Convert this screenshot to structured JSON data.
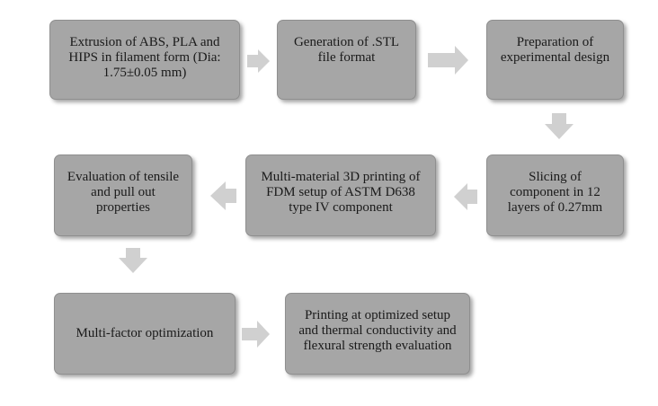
{
  "colors": {
    "box_fill": "#a6a6a6",
    "arrow_fill": "#d0d0d0",
    "text": "#1a1a1a"
  },
  "steps": [
    "Extrusion of ABS, PLA and\nHIPS in filament form (Dia:\n1.75±0.05 mm)",
    "Generation of .STL\nfile format",
    "Preparation of\nexperimental design",
    "Slicing of\ncomponent in 12\nlayers of 0.27mm",
    "Multi-material 3D printing of\nFDM setup  of ASTM D638\ntype IV component",
    "Evaluation of tensile\nand pull out\nproperties",
    "Multi-factor optimization",
    "Printing at optimized setup\nand thermal conductivity and\nflexural strength evaluation"
  ],
  "arrows": [
    {
      "from": 1,
      "to": 2,
      "direction": "right"
    },
    {
      "from": 2,
      "to": 3,
      "direction": "right"
    },
    {
      "from": 3,
      "to": 4,
      "direction": "down"
    },
    {
      "from": 4,
      "to": 5,
      "direction": "left"
    },
    {
      "from": 5,
      "to": 6,
      "direction": "left"
    },
    {
      "from": 6,
      "to": 7,
      "direction": "down"
    },
    {
      "from": 7,
      "to": 8,
      "direction": "right"
    }
  ]
}
